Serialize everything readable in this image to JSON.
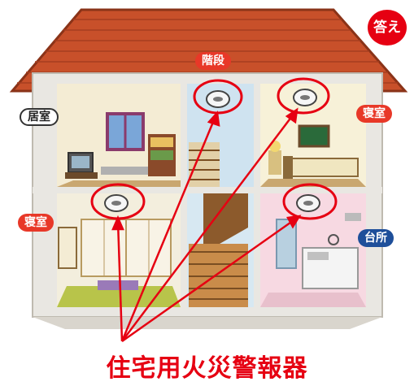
{
  "badge": {
    "label": "答え"
  },
  "rooms": {
    "stairs": "階段",
    "living": "居室",
    "bedroom_upper": "寝室",
    "bedroom_lower": "寝室",
    "kitchen": "台所"
  },
  "caption": "住宅用火災警報器",
  "colors": {
    "roof": "#c8502a",
    "wall": "#e9e7e2",
    "accent_red": "#e60012",
    "label_blue": "#1e4f9a"
  }
}
